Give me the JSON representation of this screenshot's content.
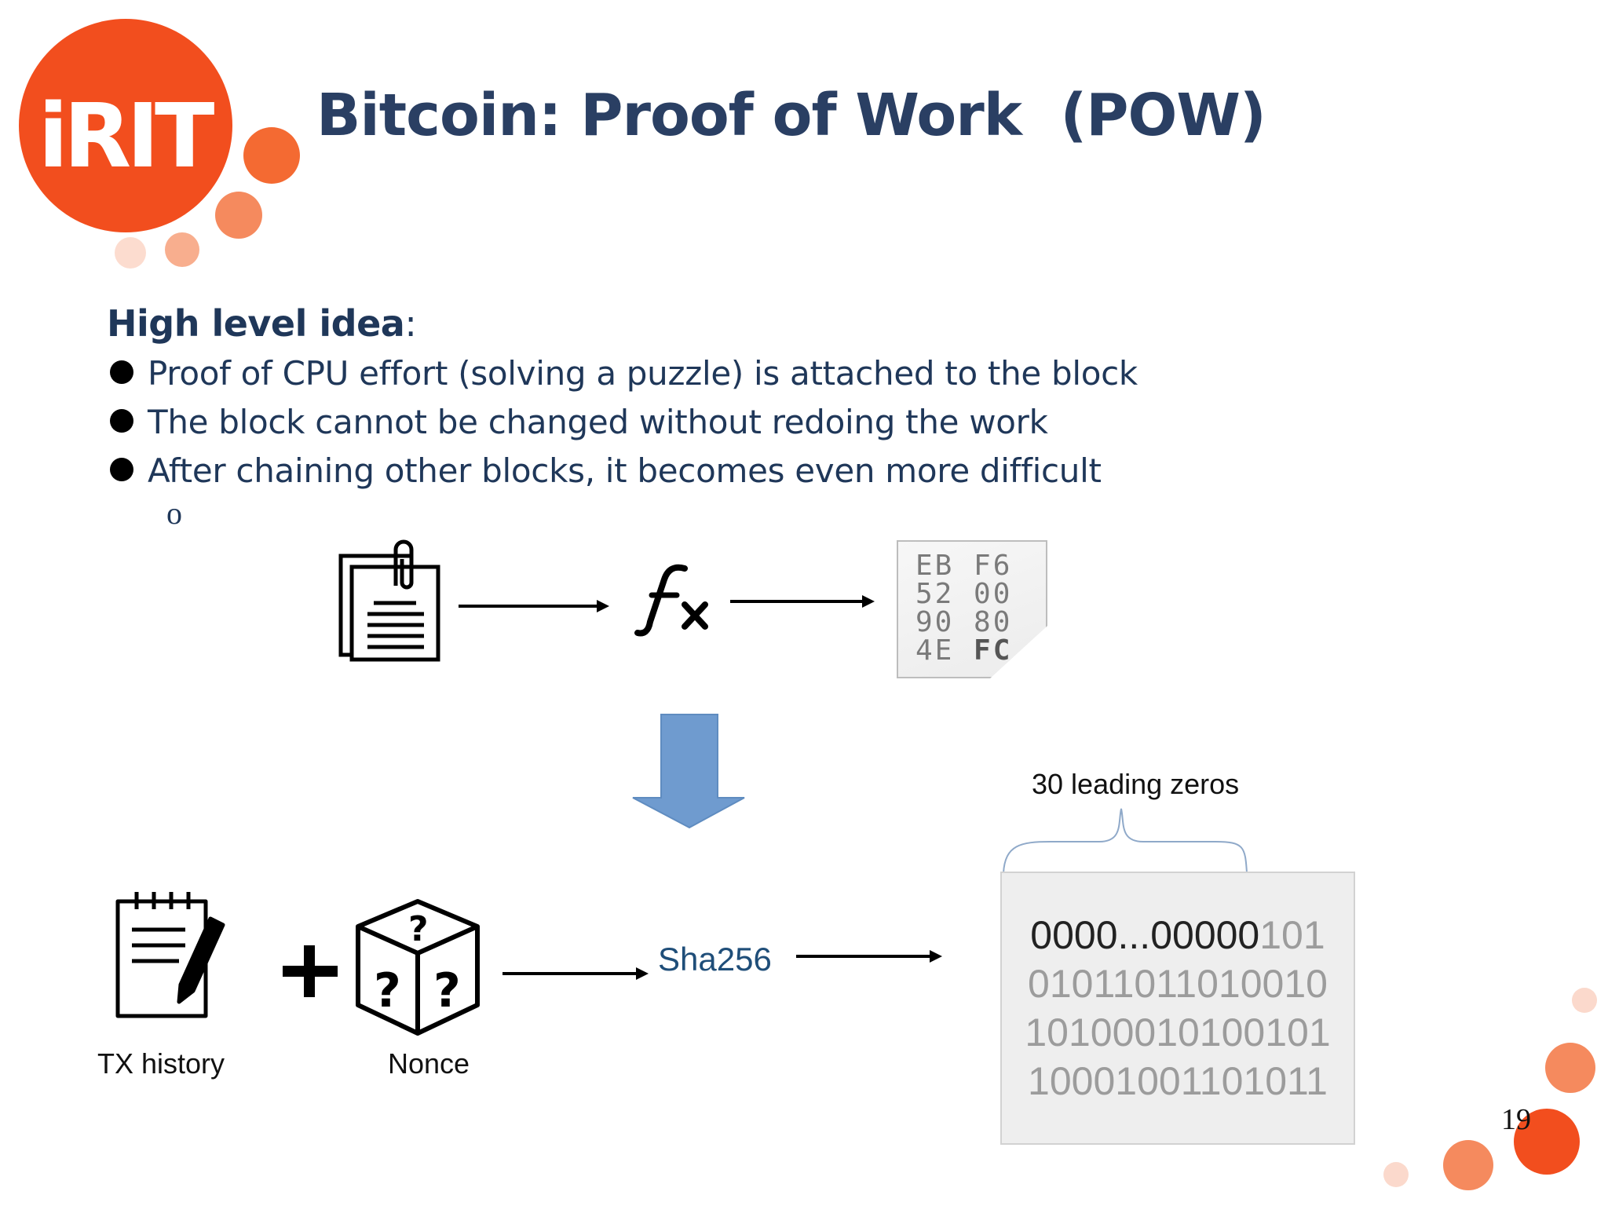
{
  "logo": {
    "text": "iRIT",
    "color": "#f24e1e"
  },
  "title": "Bitcoin: Proof of Work  (POW)",
  "section": {
    "heading": "High level idea",
    "heading_colon": ":",
    "bullets": [
      "Proof of CPU effort (solving a puzzle) is attached to the block",
      "The block cannot be changed without redoing the work",
      "After chaining other blocks, it becomes even more difficult"
    ],
    "sub_marker": "o"
  },
  "top_diagram": {
    "document_icon": "clipped-documents-icon",
    "function_icon": "function-fx-icon",
    "hash_card_lines": [
      [
        "EB",
        "F6"
      ],
      [
        "52",
        "00"
      ],
      [
        "90",
        "80"
      ],
      [
        "4E",
        "FC"
      ]
    ]
  },
  "down_arrow_color": "#6f9bcf",
  "bottom_diagram": {
    "tx_label": "TX history",
    "nonce_label": "Nonce",
    "hash_function_label": "Sha256",
    "brace_label": "30 leading zeros",
    "hash_output": {
      "first_line_zeros": "0000...00000",
      "first_line_rest": "101",
      "lines": [
        "01011011010010",
        "10100010100101",
        "10001001101011"
      ]
    }
  },
  "page_number": "19",
  "accent_colors": {
    "orange": "#f24e1e",
    "orange_light": "#f58a5e",
    "blue_title": "#2a3f63"
  }
}
